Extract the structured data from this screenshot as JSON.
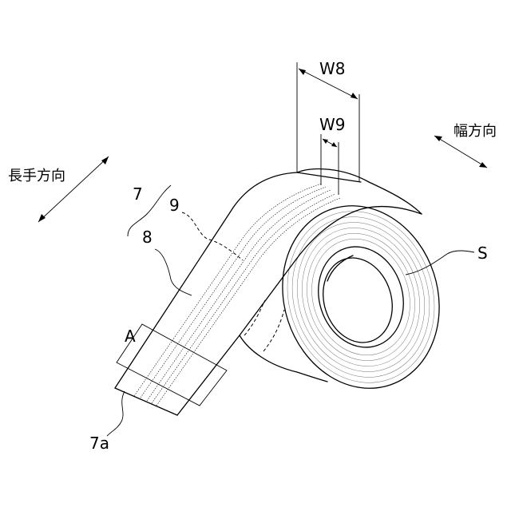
{
  "labels": {
    "w8": "W8",
    "w9": "W9",
    "longitudinal": "長手方向",
    "width_direction": "幅方向",
    "tape_ref": "7",
    "layer_9": "9",
    "layer_8": "8",
    "section_a": "A",
    "tape_end": "7a",
    "roll": "S"
  }
}
